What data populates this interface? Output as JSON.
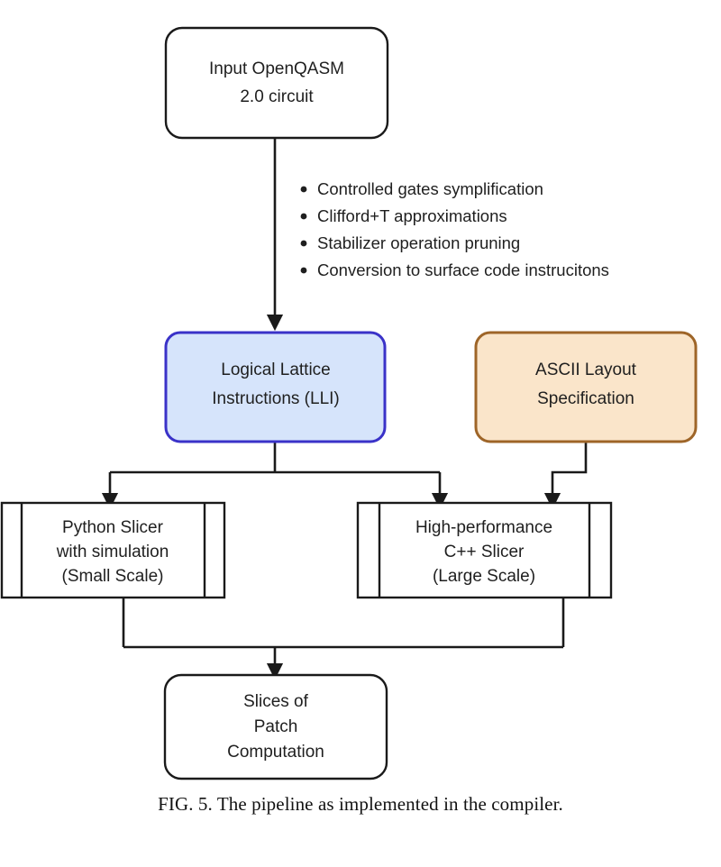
{
  "figure": {
    "caption": "FIG. 5.  The pipeline as implemented in the compiler.",
    "type": "flowchart",
    "colors": {
      "lli_fill": "#d6e4fb",
      "lli_stroke": "#3a32c8",
      "ascii_fill": "#fae5ca",
      "ascii_stroke": "#9e6528",
      "plain_fill": "#ffffff",
      "line": "#1a1a1a"
    }
  },
  "nodes": {
    "input": {
      "id": "input-openqasm",
      "shape": "rounded-rectangle",
      "line1": "Input OpenQASM",
      "line2": "2.0 circuit"
    },
    "lli": {
      "id": "logical-lattice-instructions",
      "shape": "rounded-rectangle",
      "line1": "Logical Lattice",
      "line2": "Instructions (LLI)"
    },
    "ascii": {
      "id": "ascii-layout-specification",
      "shape": "rounded-rectangle",
      "line1": "ASCII Layout",
      "line2": "Specification"
    },
    "python_slicer": {
      "id": "python-slicer",
      "shape": "predefined-process",
      "line1": "Python Slicer",
      "line2": "with simulation",
      "line3": "(Small Scale)"
    },
    "cpp_slicer": {
      "id": "cpp-slicer",
      "shape": "predefined-process",
      "line1": "High-performance",
      "line2": "C++ Slicer",
      "line3": "(Large Scale)"
    },
    "slices": {
      "id": "slices-of-patch-computation",
      "shape": "rounded-rectangle",
      "line1": "Slices of",
      "line2": "Patch",
      "line3": "Computation"
    }
  },
  "annotations": {
    "transform_steps": [
      "Controlled gates symplification",
      "Clifford+T approximations",
      "Stabilizer operation pruning",
      "Conversion to surface code instrucitons"
    ]
  },
  "edges": [
    {
      "id": "input-to-lli",
      "from": "input",
      "to": "lli"
    },
    {
      "id": "lli-to-python-slicer",
      "from": "lli",
      "to": "python_slicer"
    },
    {
      "id": "lli-to-cpp-slicer",
      "from": "lli",
      "to": "cpp_slicer"
    },
    {
      "id": "ascii-to-cpp-slicer",
      "from": "ascii",
      "to": "cpp_slicer"
    },
    {
      "id": "python-slicer-to-slices",
      "from": "python_slicer",
      "to": "slices"
    },
    {
      "id": "cpp-slicer-to-slices",
      "from": "cpp_slicer",
      "to": "slices"
    }
  ]
}
